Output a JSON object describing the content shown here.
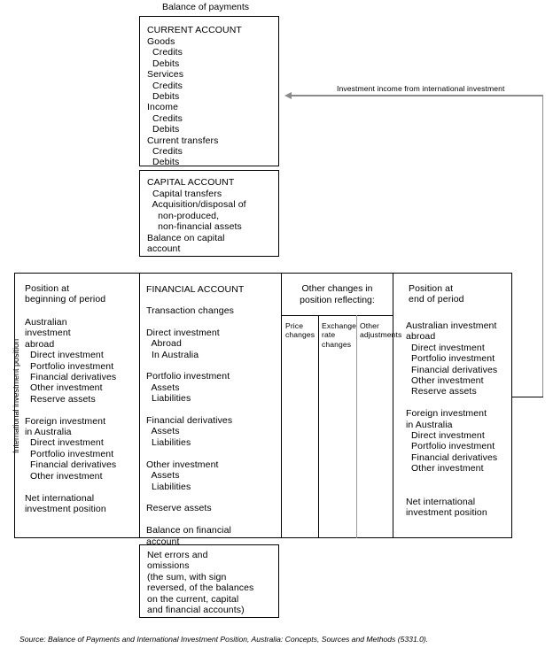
{
  "diagram": {
    "title": "Balance of payments",
    "vertical_label": "International investment position",
    "flow_label": "Investment income from international investment",
    "source": "Source: Balance of Payments and International Investment Position, Australia: Concepts, Sources and Methods (5331.0)."
  },
  "current_account": {
    "heading": "CURRENT ACCOUNT",
    "lines": [
      "Goods",
      "  Credits",
      "  Debits",
      "Services",
      "  Credits",
      "  Debits",
      "Income",
      "  Credits",
      "  Debits",
      "Current transfers",
      "  Credits",
      "  Debits"
    ]
  },
  "capital_account": {
    "heading": "CAPITAL ACCOUNT",
    "lines": [
      "  Capital transfers",
      "  Acquisition/disposal of",
      "    non-produced,",
      "    non-financial assets",
      "Balance on capital",
      "account"
    ]
  },
  "position_begin": {
    "heading_line1": "Position at",
    "heading_line2": "beginning of period",
    "lines": [
      "Australian",
      "investment",
      "abroad",
      "  Direct investment",
      "  Portfolio investment",
      "  Financial derivatives",
      "  Other investment",
      "  Reserve assets",
      "",
      "Foreign investment",
      "in Australia",
      "  Direct investment",
      "  Portfolio investment",
      "  Financial derivatives",
      "  Other investment",
      "",
      "Net international",
      "investment position"
    ]
  },
  "financial_account": {
    "heading": "FINANCIAL ACCOUNT",
    "lines": [
      "Transaction changes",
      "",
      "Direct investment",
      "  Abroad",
      "  In Australia",
      "",
      "Portfolio investment",
      "  Assets",
      "  Liabilities",
      "",
      "Financial derivatives",
      "  Assets",
      "  Liabilities",
      "",
      "Other investment",
      "  Assets",
      "  Liabilities",
      "",
      "Reserve assets",
      "",
      "Balance on financial",
      "account"
    ]
  },
  "other_changes": {
    "heading_line1": "Other changes in",
    "heading_line2": "position reflecting:",
    "columns": [
      {
        "label_line1": "Price",
        "label_line2": "changes",
        "label_line3": ""
      },
      {
        "label_line1": "Exchange",
        "label_line2": "rate",
        "label_line3": "changes"
      },
      {
        "label_line1": "Other",
        "label_line2": "adjustments",
        "label_line3": ""
      }
    ]
  },
  "position_end": {
    "heading_line1": "Position at",
    "heading_line2": "end of period",
    "lines": [
      "Australian investment",
      "abroad",
      "  Direct investment",
      "  Portfolio investment",
      "  Financial derivatives",
      "  Other investment",
      "  Reserve assets",
      "",
      "Foreign investment",
      "in Australia",
      "  Direct investment",
      "  Portfolio investment",
      "  Financial derivatives",
      "  Other investment",
      "",
      "",
      "Net international",
      "investment position"
    ]
  },
  "net_errors": {
    "lines": [
      "Net errors and",
      "omissions",
      "(the sum, with sign",
      "reversed, of the balances",
      "on the current, capital",
      "and financial accounts)"
    ]
  },
  "colors": {
    "line": "#000000",
    "arrow": "#8a8a8a",
    "background": "#ffffff"
  }
}
